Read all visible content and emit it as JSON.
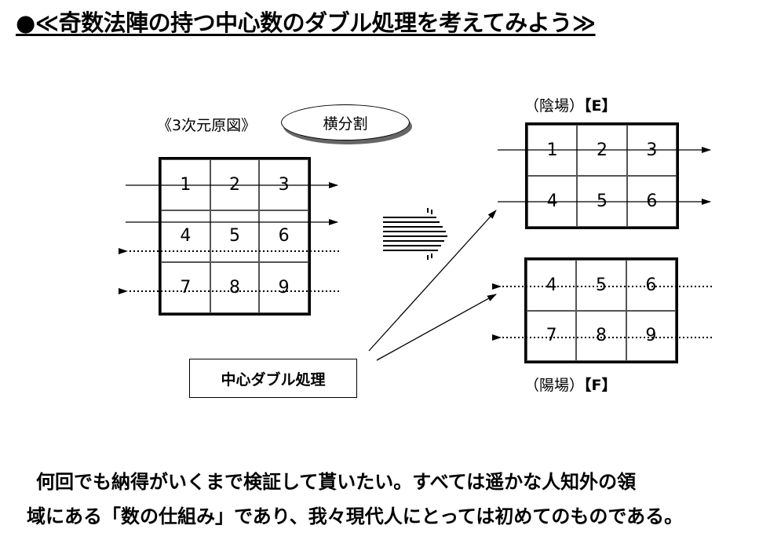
{
  "title": "●≪奇数法陣の持つ中心数のダブル処理を考えてみよう≫",
  "source": {
    "label": "《3次元原図》",
    "split_label": "横分割",
    "cells": [
      "1",
      "2",
      "3",
      "4",
      "5",
      "6",
      "7",
      "8",
      "9"
    ]
  },
  "callout": "中心ダブル処理",
  "yin": {
    "label": "（陰場）",
    "bracket": "【E】",
    "cells": [
      "1",
      "2",
      "3",
      "4",
      "5",
      "6"
    ]
  },
  "yang": {
    "label": "（陽場）",
    "bracket": "【F】",
    "cells": [
      "4",
      "5",
      "6",
      "7",
      "8",
      "9"
    ]
  },
  "description": {
    "line1": "何回でも納得がいくまで検証して貰いたい。すべては遥かな人知外の領",
    "line2": "域にある「数の仕組み」であり、我々現代人にとっては初めてのものである。"
  }
}
